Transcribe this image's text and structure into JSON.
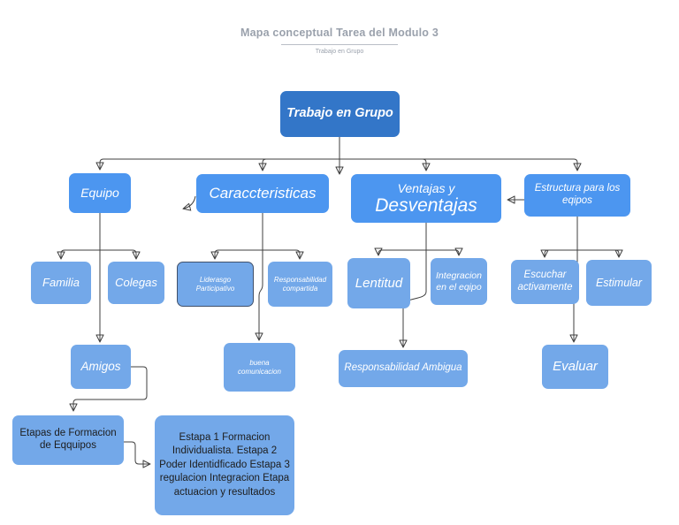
{
  "title": {
    "heading": "Mapa conceptual Tarea del Modulo 3",
    "subtitle": "Trabajo en Grupo"
  },
  "colors": {
    "root_fill": "#3376C8",
    "branch_fill": "#4C96F0",
    "leaf_fill": "#73A8E9",
    "node_text": "#FFFFFF",
    "dark_text": "#1D1D1D",
    "outline_border": "#40506A",
    "connector": "#3F3F3F",
    "arrowhead": "#151515",
    "title_text": "#9AA1AC",
    "divider": "#B9BEC6"
  },
  "nodes": {
    "root": {
      "label": "Trabajo en  Grupo"
    },
    "equipo": {
      "label": "Equipo"
    },
    "caracteristicas": {
      "label": "Caraccteristicas"
    },
    "ventajas": {
      "label1": "Ventajas y",
      "label2": "Desventajas"
    },
    "estructura": {
      "label": "Estructura para los eqipos"
    },
    "familia": {
      "label": "Familia"
    },
    "colegas": {
      "label": "Colegas"
    },
    "liderasgo": {
      "label": "Liderasgo Participativo"
    },
    "responsabilidad_compartida": {
      "label": "Responsabilidad compartida"
    },
    "lentitud": {
      "label": "Lentitud"
    },
    "integracion": {
      "label": "Integracion en el eqipo"
    },
    "escuchar": {
      "label": "Escuchar activamente"
    },
    "estimular": {
      "label": "Estimular"
    },
    "amigos": {
      "label": "Amigos"
    },
    "buena_comunicacion": {
      "label": "buena comunicacion"
    },
    "responsabilidad_ambigua": {
      "label": "Responsabilidad Ambigua"
    },
    "evaluar": {
      "label": "Evaluar"
    },
    "etapas": {
      "label": "Etapas de Formacion de Eqquipos"
    },
    "etapas_detalle": {
      "label": "Estapa 1 Formacion Individualista. Estapa 2 Poder Identidficado Estapa 3  regulacion Integracion Etapa  actuacion y resultados"
    }
  }
}
